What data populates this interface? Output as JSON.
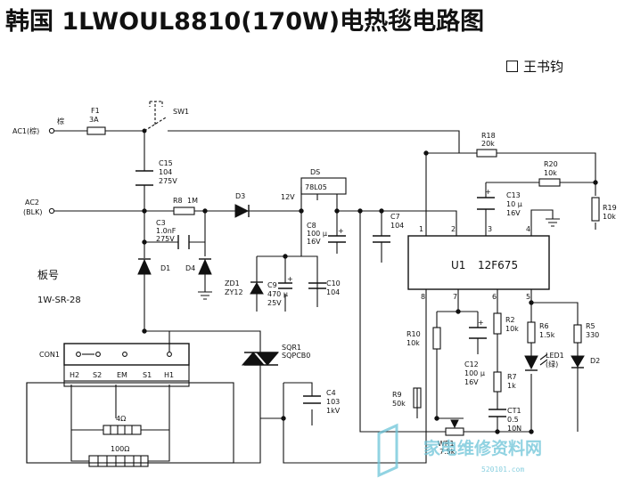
{
  "title": "韩国 1LWOUL8810(170W)电热毯电路图",
  "author": "王书钧",
  "board": {
    "label": "板号",
    "number": "1W-SR-28"
  },
  "terminals": {
    "ac1": "AC1(棕)",
    "ac1_mark": "棕",
    "ac2": "AC2",
    "ac2_sub": "(BLK)"
  },
  "components": {
    "f1": {
      "ref": "F1",
      "value": "3A"
    },
    "sw1": {
      "ref": "SW1"
    },
    "c15": {
      "ref": "C15",
      "v1": "104",
      "v2": "275V"
    },
    "r8": {
      "ref": "R8",
      "value": "1M"
    },
    "c3": {
      "ref": "C3",
      "v1": "1.0nF",
      "v2": "275V"
    },
    "d1": {
      "ref": "D1"
    },
    "d3": {
      "ref": "D3"
    },
    "d4": {
      "ref": "D4"
    },
    "v12": {
      "label": "12V"
    },
    "ds": {
      "ref": "DS",
      "value": "78L05"
    },
    "c8": {
      "ref": "C8",
      "v1": "100 μ",
      "v2": "16V"
    },
    "c7": {
      "ref": "C7",
      "value": "104"
    },
    "zd1": {
      "ref": "ZD1",
      "value": "ZY12"
    },
    "c9": {
      "ref": "C9",
      "v1": "470 μ",
      "v2": "25V"
    },
    "c10": {
      "ref": "C10",
      "value": "104"
    },
    "r18": {
      "ref": "R18",
      "value": "20k"
    },
    "r20": {
      "ref": "R20",
      "value": "10k"
    },
    "c13": {
      "ref": "C13",
      "v1": "10 μ",
      "v2": "16V"
    },
    "r19": {
      "ref": "R19",
      "value": "10k"
    },
    "u1": {
      "ref": "U1",
      "value": "12F675",
      "pins_top": [
        "1",
        "2",
        "3",
        "4"
      ],
      "pins_bottom": [
        "8",
        "7",
        "6",
        "5"
      ]
    },
    "r10": {
      "ref": "R10",
      "value": "10k"
    },
    "c12": {
      "ref": "C12",
      "v1": "100 μ",
      "v2": "16V"
    },
    "r2": {
      "ref": "R2",
      "value": "10k"
    },
    "r6": {
      "ref": "R6",
      "value": "1.5k"
    },
    "r5": {
      "ref": "R5",
      "value": "330"
    },
    "led1": {
      "ref": "LED1",
      "value": "(绿)"
    },
    "d2": {
      "ref": "D2"
    },
    "r7": {
      "ref": "R7",
      "value": "1k"
    },
    "r9": {
      "ref": "R9",
      "value": "50k"
    },
    "wr1": {
      "ref": "WR1",
      "value": "7.5k"
    },
    "ct1": {
      "ref": "CT1",
      "v1": "0.5",
      "v2": "10N"
    },
    "sqr1": {
      "ref": "SQR1",
      "value": "SQPCB0"
    },
    "c4": {
      "ref": "C4",
      "v1": "103",
      "v2": "1kV"
    },
    "con1": {
      "ref": "CON1"
    },
    "connector_pins": [
      "H2",
      "S2",
      "EM",
      "S1",
      "H1"
    ],
    "heater1": {
      "value": "4Ω"
    },
    "heater2": {
      "value": "100Ω"
    }
  },
  "watermark": {
    "text": "家电维修资料网",
    "url": "520101.com"
  }
}
